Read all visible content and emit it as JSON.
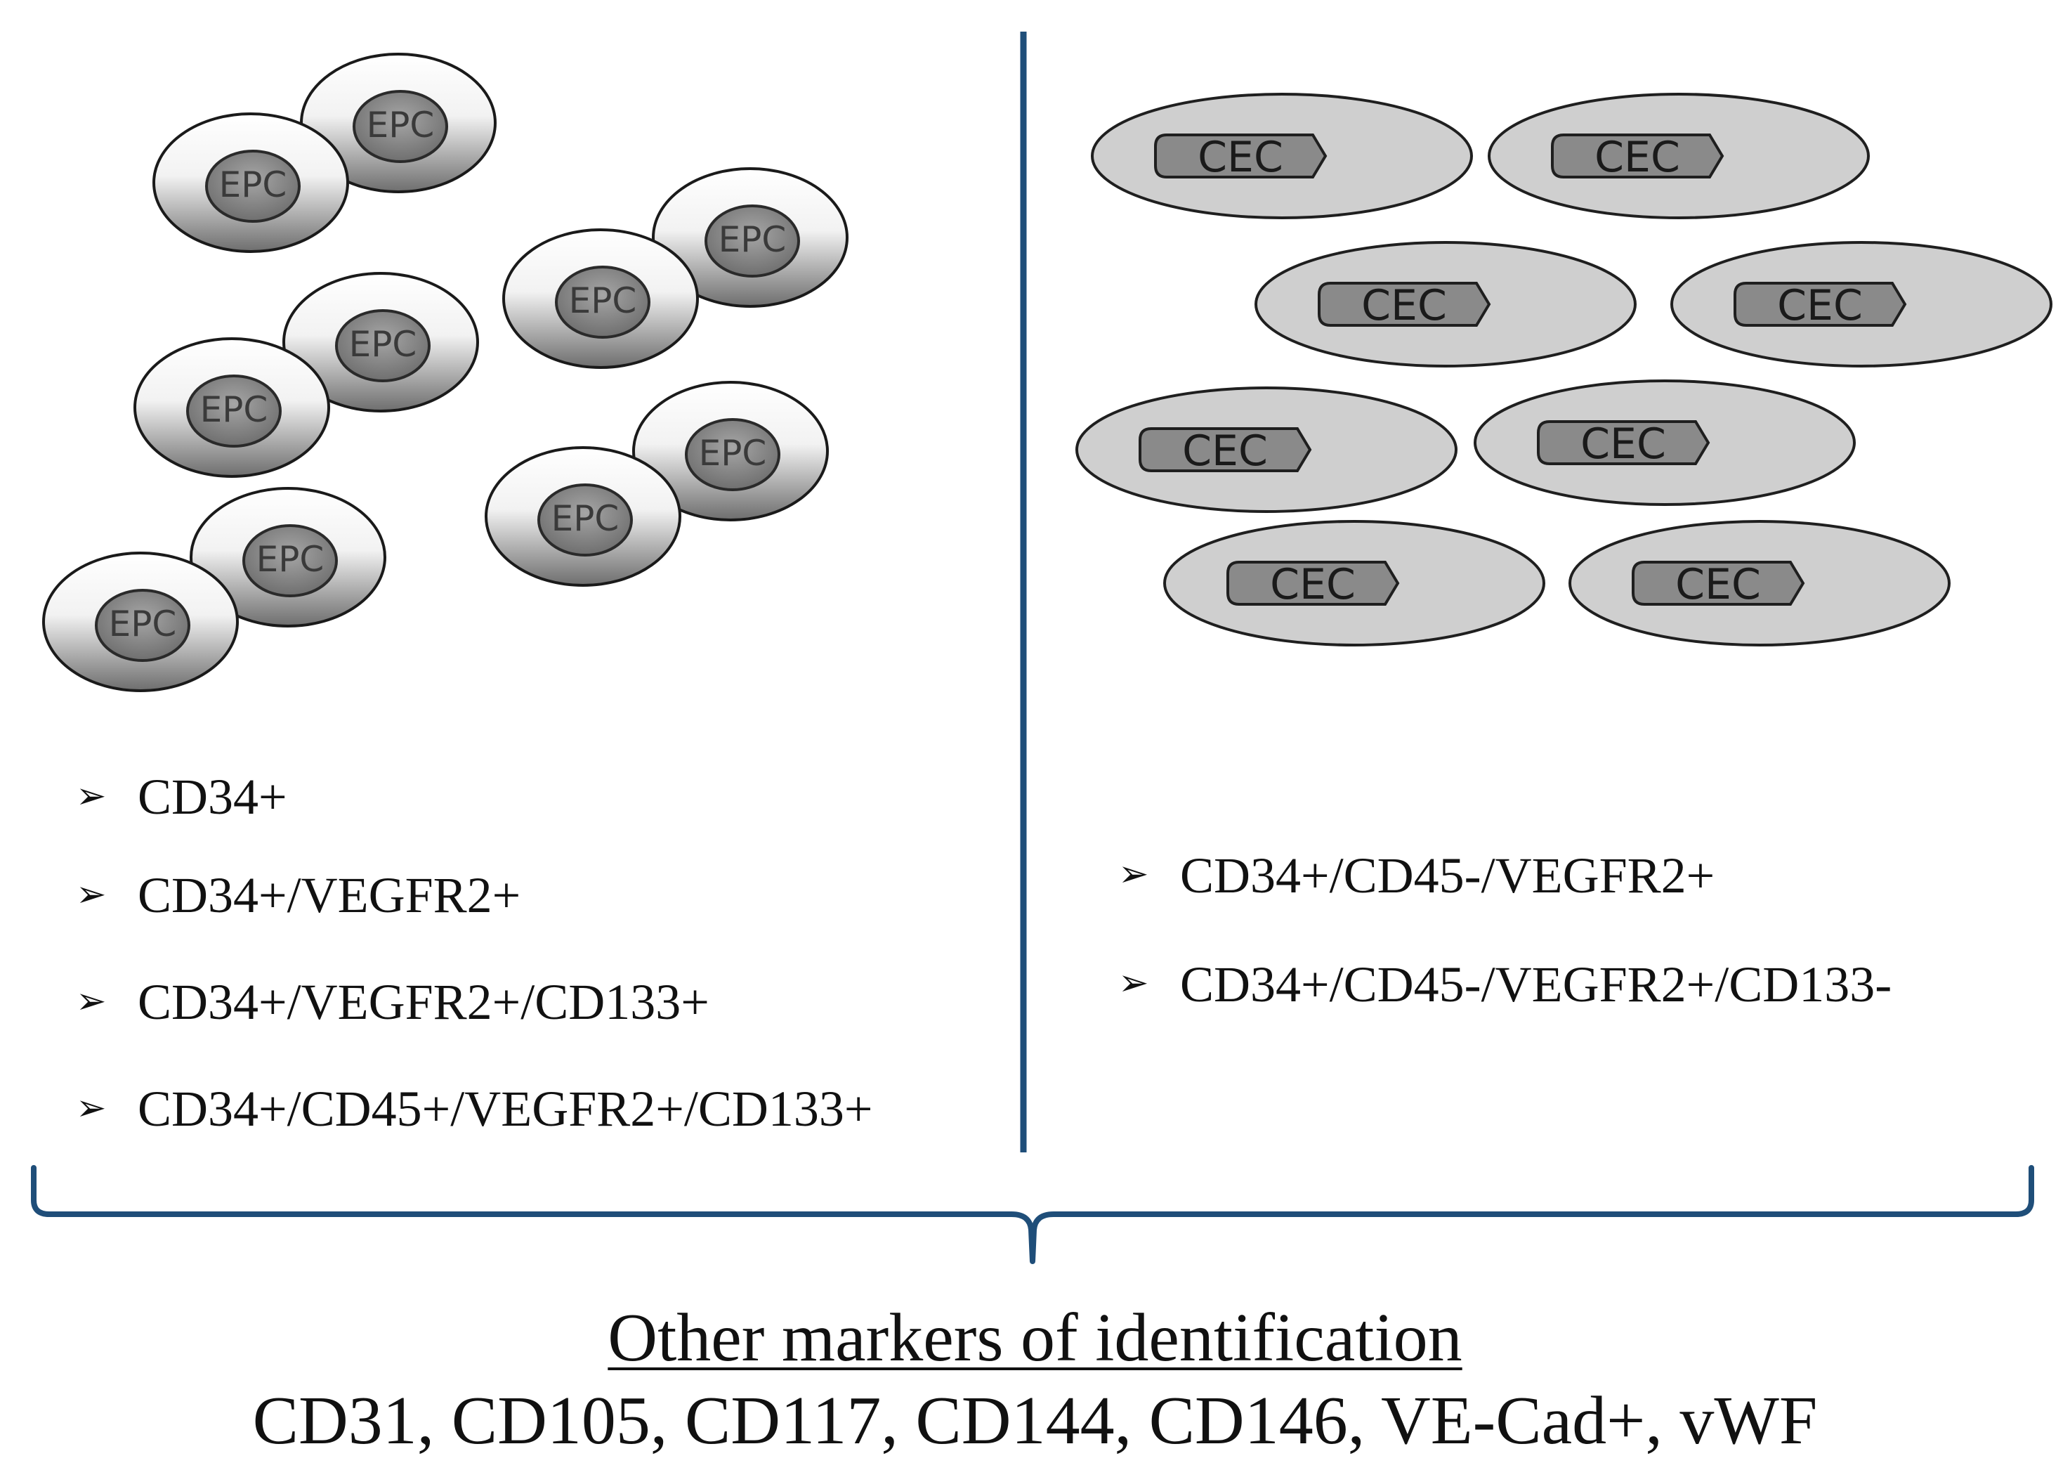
{
  "epc": {
    "cell_label": "EPC",
    "markers": [
      "CD34+",
      "CD34+/VEGFR2+",
      "CD34+/VEGFR2+/CD133+",
      "CD34+/CD45+/VEGFR2+/CD133+"
    ]
  },
  "cec": {
    "cell_label": "CEC",
    "markers": [
      "CD34+/CD45-/VEGFR2+",
      "CD34+/CD45-/VEGFR2+/CD133-"
    ]
  },
  "bullet_glyph": "➢",
  "footer": {
    "title": "Other markers of identification",
    "markers": "CD31, CD105, CD117, CD144, CD146, VE-Cad+, vWF"
  },
  "colors": {
    "divider": "#1f4e79",
    "cec_cell_fill": "#cfcfcf",
    "cec_nucleus_fill": "#8a8a8a",
    "epc_nucleus_fill": "#8c8c8c"
  }
}
